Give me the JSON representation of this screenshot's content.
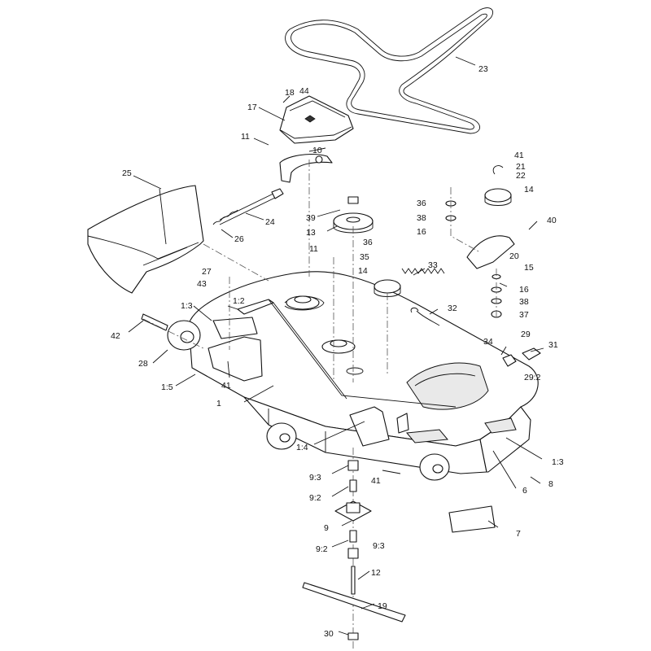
{
  "callouts": [
    {
      "id": "c23",
      "text": "23"
    },
    {
      "id": "c18",
      "text": "18"
    },
    {
      "id": "c44",
      "text": "44"
    },
    {
      "id": "c17",
      "text": "17"
    },
    {
      "id": "c11a",
      "text": "11"
    },
    {
      "id": "c10",
      "text": "10"
    },
    {
      "id": "c25",
      "text": "25"
    },
    {
      "id": "c24",
      "text": "24"
    },
    {
      "id": "c26",
      "text": "26"
    },
    {
      "id": "c39",
      "text": "39"
    },
    {
      "id": "c13",
      "text": "13"
    },
    {
      "id": "c36a",
      "text": "36"
    },
    {
      "id": "c38a",
      "text": "38"
    },
    {
      "id": "c16a",
      "text": "16"
    },
    {
      "id": "c41a",
      "text": "41"
    },
    {
      "id": "c21",
      "text": "21"
    },
    {
      "id": "c22",
      "text": "22"
    },
    {
      "id": "c14a",
      "text": "14"
    },
    {
      "id": "c40",
      "text": "40"
    },
    {
      "id": "c20",
      "text": "20"
    },
    {
      "id": "c15",
      "text": "15"
    },
    {
      "id": "c16b",
      "text": "16"
    },
    {
      "id": "c38b",
      "text": "38"
    },
    {
      "id": "c37",
      "text": "37"
    },
    {
      "id": "c11b",
      "text": "11"
    },
    {
      "id": "c36b",
      "text": "36"
    },
    {
      "id": "c35",
      "text": "35"
    },
    {
      "id": "c33",
      "text": "33"
    },
    {
      "id": "c14b",
      "text": "14"
    },
    {
      "id": "c27",
      "text": "27"
    },
    {
      "id": "c43",
      "text": "43"
    },
    {
      "id": "c1_2",
      "text": "1:2"
    },
    {
      "id": "c1_3a",
      "text": "1:3"
    },
    {
      "id": "c32",
      "text": "32"
    },
    {
      "id": "c42",
      "text": "42"
    },
    {
      "id": "c28",
      "text": "28"
    },
    {
      "id": "c1_5",
      "text": "1:5"
    },
    {
      "id": "c41b",
      "text": "41"
    },
    {
      "id": "c1",
      "text": "1"
    },
    {
      "id": "c34",
      "text": "34"
    },
    {
      "id": "c29",
      "text": "29"
    },
    {
      "id": "c31",
      "text": "31"
    },
    {
      "id": "c29_2",
      "text": "29:2"
    },
    {
      "id": "c1_4",
      "text": "1:4"
    },
    {
      "id": "c1_3b",
      "text": "1:3"
    },
    {
      "id": "c9_3a",
      "text": "9:3"
    },
    {
      "id": "c41c",
      "text": "41"
    },
    {
      "id": "c9_2a",
      "text": "9:2"
    },
    {
      "id": "c6",
      "text": "6"
    },
    {
      "id": "c8",
      "text": "8"
    },
    {
      "id": "c9",
      "text": "9"
    },
    {
      "id": "c7",
      "text": "7"
    },
    {
      "id": "c9_2b",
      "text": "9:2"
    },
    {
      "id": "c9_3b",
      "text": "9:3"
    },
    {
      "id": "c12",
      "text": "12"
    },
    {
      "id": "c19",
      "text": "19"
    },
    {
      "id": "c30",
      "text": "30"
    }
  ]
}
